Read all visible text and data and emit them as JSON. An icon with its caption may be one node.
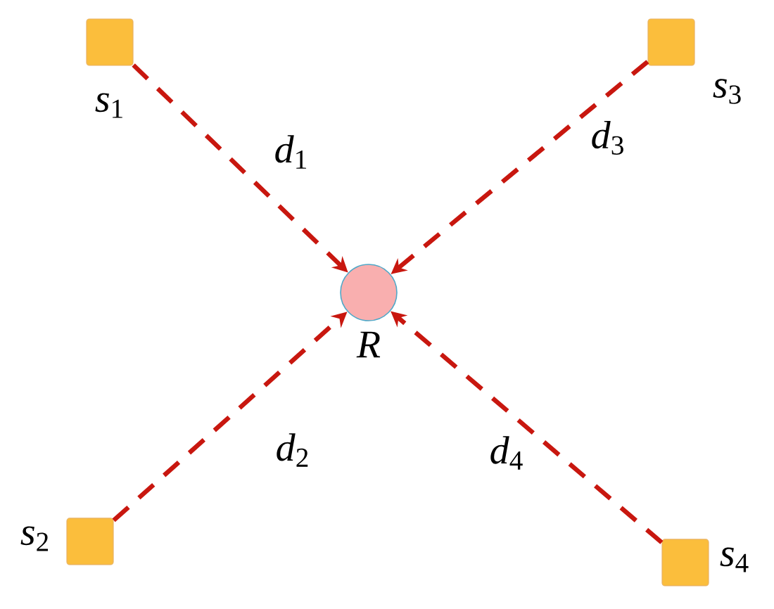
{
  "diagram": {
    "nodes": [
      {
        "text": [],
        "shape": "box",
        "beside": [
          "*s*$_{1}$"
        ]
      },
      {
        "text": [],
        "shape": "box",
        "beside": [
          "*s*$_{3}$"
        ]
      },
      {
        "text": [],
        "shape": "circle",
        "beside": [
          "*R*"
        ]
      },
      {
        "text": [],
        "shape": "box",
        "beside": [
          "*s*$_{2}$"
        ]
      },
      {
        "text": [],
        "shape": "box",
        "beside": [
          "*s*$_{4}$"
        ]
      }
    ],
    "edges": [
      {
        "from": 0,
        "to": 2,
        "arrow": "to",
        "style": "dashed",
        "label": "*d*$_{1}$"
      },
      {
        "from": 1,
        "to": 2,
        "arrow": "to",
        "style": "dashed",
        "label": "*d*$_{3}$"
      },
      {
        "from": 3,
        "to": 2,
        "arrow": "to",
        "style": "dashed",
        "label": "*d*$_{2}$"
      },
      {
        "from": 4,
        "to": 2,
        "arrow": "to",
        "style": "dashed",
        "label": "*d*$_{4}$"
      }
    ]
  }
}
